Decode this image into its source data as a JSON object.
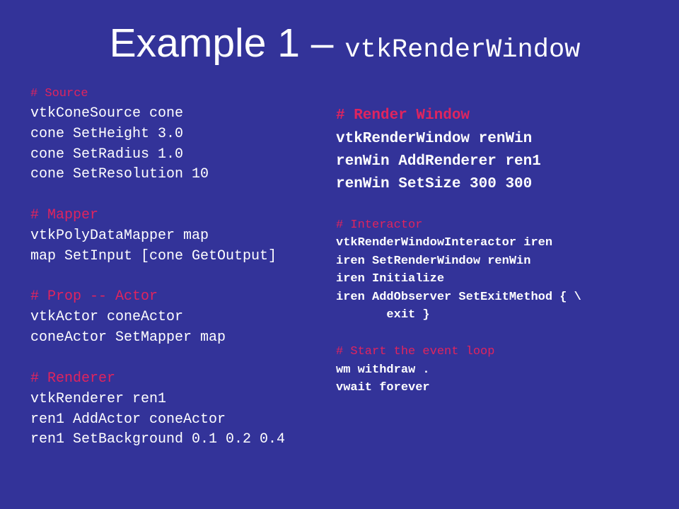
{
  "title": {
    "main": "Example 1 – ",
    "code": "vtkRenderWindow"
  },
  "left_panel": {
    "source_comment": "# Source",
    "source_lines": [
      "vtkConeSource cone",
      "cone SetHeight 3.0",
      "cone SetRadius 1.0",
      "cone SetResolution 10"
    ],
    "mapper_comment": "# Mapper",
    "mapper_lines": [
      "vtkPolyDataMapper map",
      "map SetInput [cone GetOutput]"
    ],
    "prop_comment": "# Prop -- Actor",
    "prop_lines": [
      "vtkActor coneActor",
      "coneActor SetMapper map"
    ],
    "renderer_comment": "# Renderer",
    "renderer_lines": [
      "vtkRenderer ren1",
      "ren1 AddActor coneActor",
      "ren1 SetBackground 0.1 0.2 0.4"
    ]
  },
  "right_panel": {
    "render_window_comment": "# Render Window",
    "render_window_lines": [
      "vtkRenderWindow renWin",
      "renWin AddRenderer ren1",
      "renWin SetSize 300 300"
    ],
    "interactor_comment": "# Interactor",
    "interactor_lines": [
      "vtkRenderWindowInteractor iren",
      "iren SetRenderWindow renWin",
      "iren Initialize",
      "iren AddObserver SetExitMethod { \\",
      "       exit }"
    ],
    "event_loop_comment": "# Start the event loop",
    "event_loop_lines": [
      "wm withdraw .",
      "vwait forever"
    ]
  },
  "colors": {
    "background": "#333399",
    "comment": "#e0245e",
    "text": "#ffffff"
  }
}
